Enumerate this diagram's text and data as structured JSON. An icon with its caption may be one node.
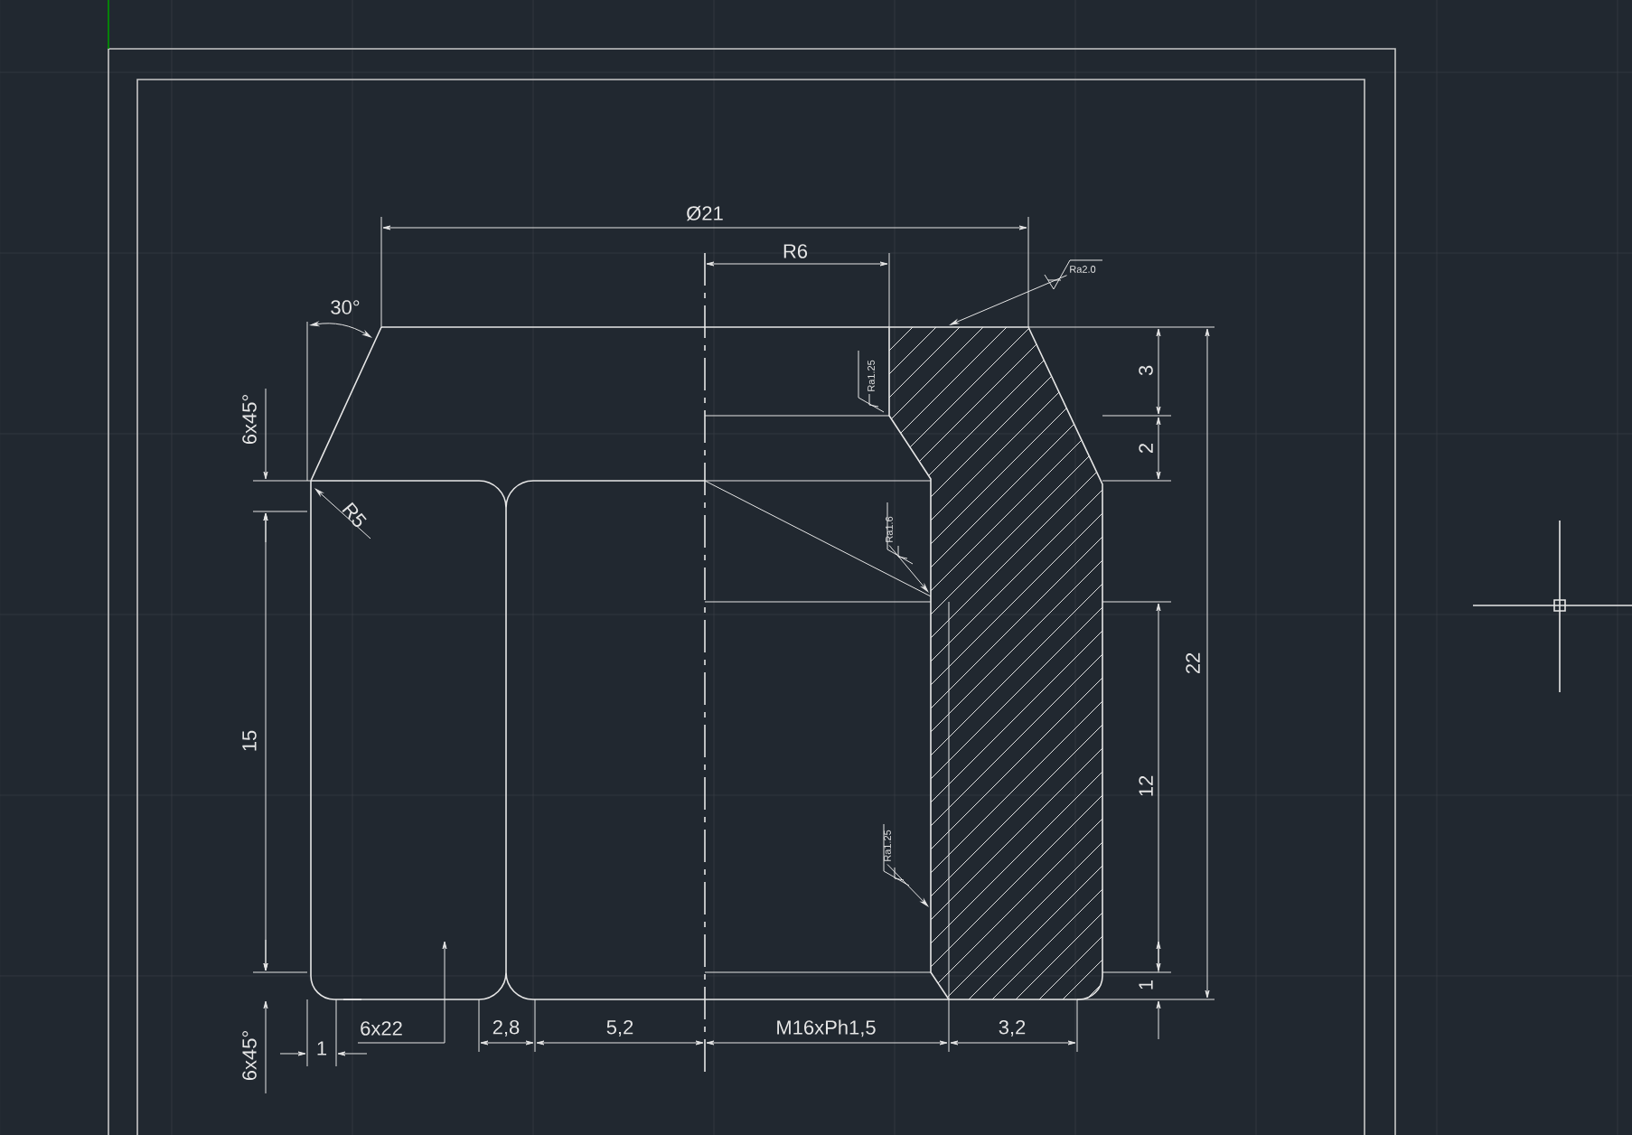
{
  "diagram": {
    "nodes": [
      {
        "text": [
          "Ra2.0"
        ]
      },
      {
        "text": [
          "Ra1.6"
        ]
      },
      {
        "text": [
          "Ra1.25"
        ]
      }
    ],
    "edges": [
      {
        "from": 0,
        "to": null,
        "arrow": "to"
      },
      {
        "from": 1,
        "to": null,
        "arrow": "to"
      },
      {
        "from": 2,
        "to": null,
        "arrow": "to"
      }
    ],
    "labels": [
      "Ø21",
      "R6",
      "30°",
      "6x45°",
      "Ra1.25",
      "R5",
      "3",
      "2",
      "22",
      "15",
      "12",
      "1",
      "6x45°",
      "1",
      "6x22",
      "2,8",
      "5,2",
      "M16xPh1,5",
      "3,2"
    ]
  }
}
